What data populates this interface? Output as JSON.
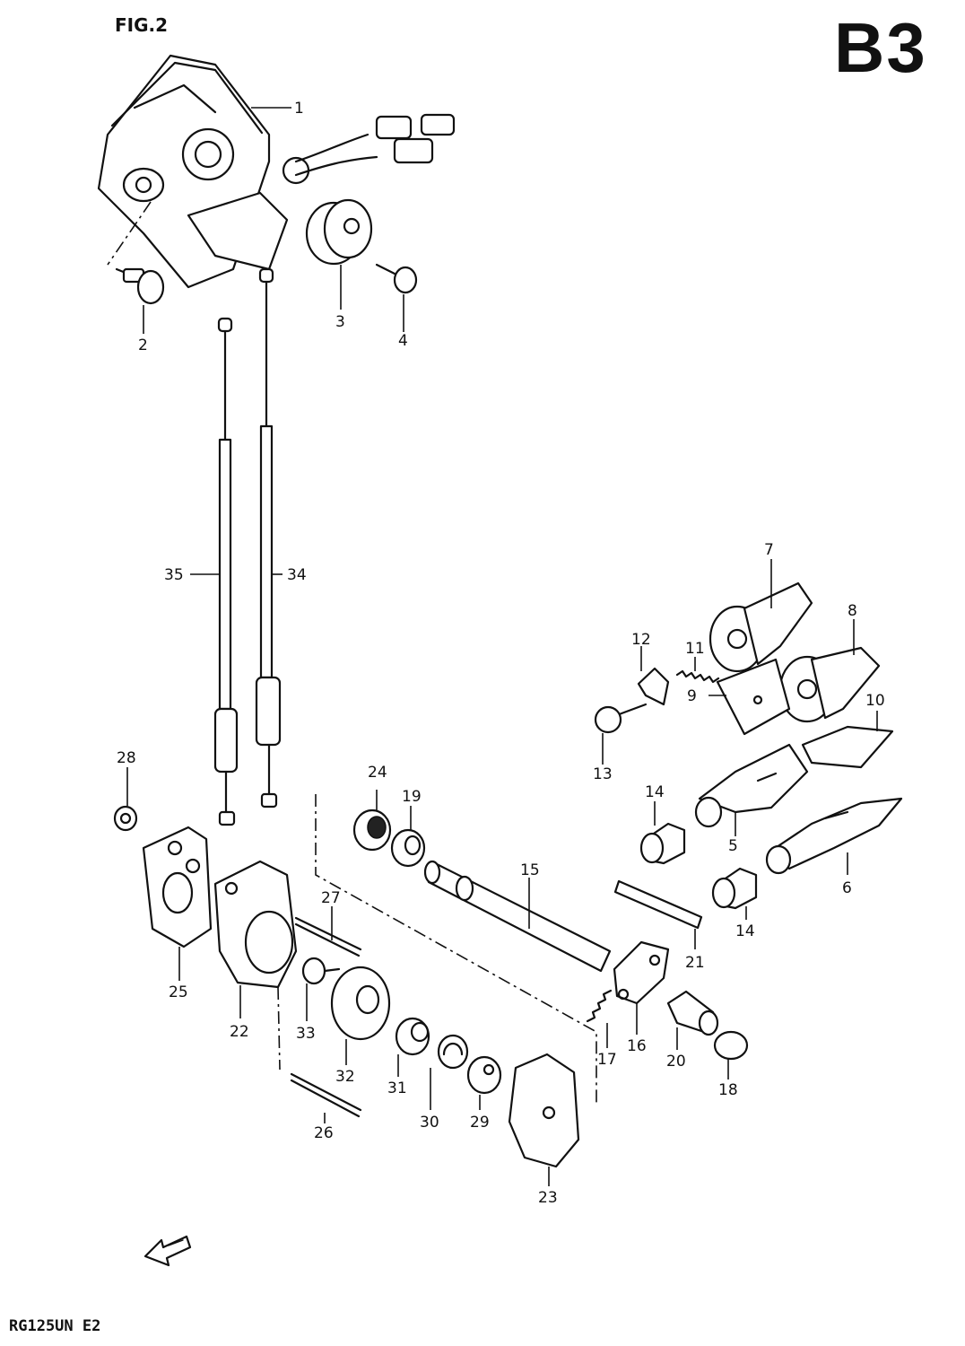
{
  "header": {
    "figure_label": "FIG.2",
    "section_code": "B3"
  },
  "footer": {
    "model_code": "RG125UN E2"
  },
  "callouts": [
    "1",
    "2",
    "3",
    "4",
    "5",
    "6",
    "7",
    "8",
    "9",
    "10",
    "11",
    "12",
    "13",
    "14",
    "14",
    "15",
    "16",
    "17",
    "18",
    "19",
    "20",
    "21",
    "22",
    "23",
    "24",
    "25",
    "26",
    "27",
    "28",
    "29",
    "30",
    "31",
    "32",
    "33",
    "34",
    "35"
  ],
  "icons": {
    "front_arrow": "front-direction-arrow-icon"
  }
}
